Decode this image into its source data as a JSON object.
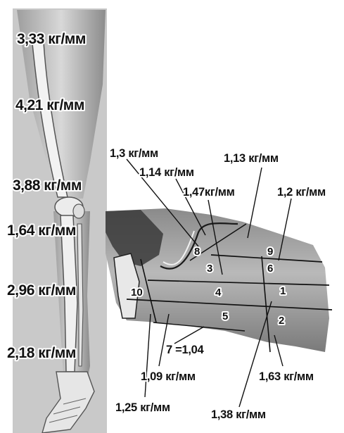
{
  "leg_labels": [
    "3,33 кг/мм",
    "4,21 кг/мм",
    "3,88 кг/мм",
    "1,64 кг/мм",
    "2,96 кг/мм",
    "2,18 кг/мм"
  ],
  "heel_labels": {
    "l_1_3": "1,3 кг/мм",
    "l_1_14": "1,14 кг/мм",
    "l_1_13": "1,13 кг/мм",
    "l_1_47": "1,47кг/мм",
    "l_1_2": "1,2 кг/мм",
    "l_7": "7 =1,04",
    "l_1_09": "1,09 кг/мм",
    "l_1_63": "1,63 кг/мм",
    "l_1_25": "1,25 кг/мм",
    "l_1_38": "1,38 кг/мм"
  },
  "zones": [
    "1",
    "2",
    "3",
    "4",
    "5",
    "6",
    "8",
    "9",
    "10"
  ]
}
